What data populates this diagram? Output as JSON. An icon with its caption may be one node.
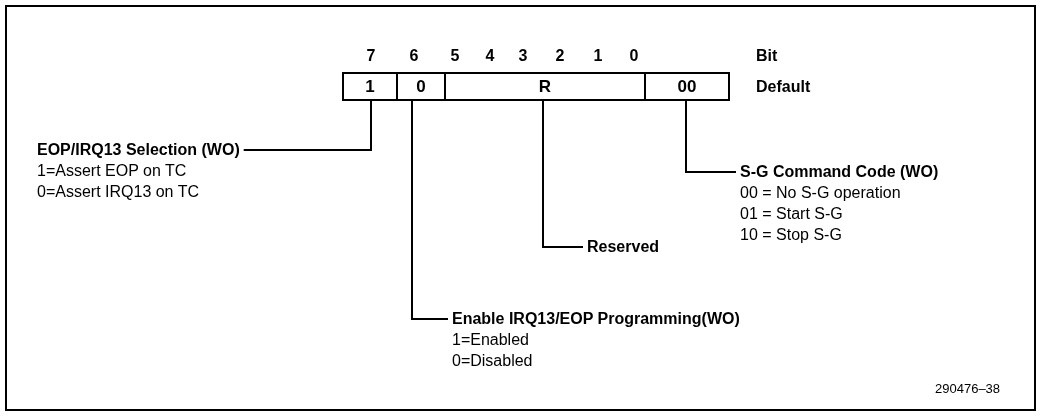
{
  "diagram": {
    "nodes": [
      {
        "text": [
          "1"
        ]
      },
      {
        "text": [
          "0"
        ]
      },
      {
        "text": [
          "R"
        ]
      },
      {
        "text": [
          "00"
        ]
      },
      {
        "text": [
          "EOP/IRQ13 Selection (WO)",
          "1=Assert EOP on TC",
          "0=Assert IRQ13 on TC"
        ]
      },
      {
        "text": [
          "Enable IRQ13/EOP Programming(WO)",
          "1=Enabled",
          "0=Disabled"
        ]
      },
      {
        "text": [
          "Reserved"
        ]
      },
      {
        "text": [
          "S-G Command Code (WO)",
          "00 = No S-G operation",
          "01 = Start S-G",
          "10 = Stop S-G"
        ]
      }
    ],
    "edges": [
      {
        "from": 0,
        "to": 4,
        "arrow": "none"
      },
      {
        "from": 1,
        "to": 5,
        "arrow": "none"
      },
      {
        "from": 2,
        "to": 6,
        "arrow": "none"
      },
      {
        "from": 3,
        "to": 7,
        "arrow": "none"
      }
    ],
    "labels": [
      "7",
      "6",
      "5",
      "4",
      "3",
      "2",
      "1",
      "0",
      "Bit",
      "Default",
      "290476–38"
    ]
  }
}
